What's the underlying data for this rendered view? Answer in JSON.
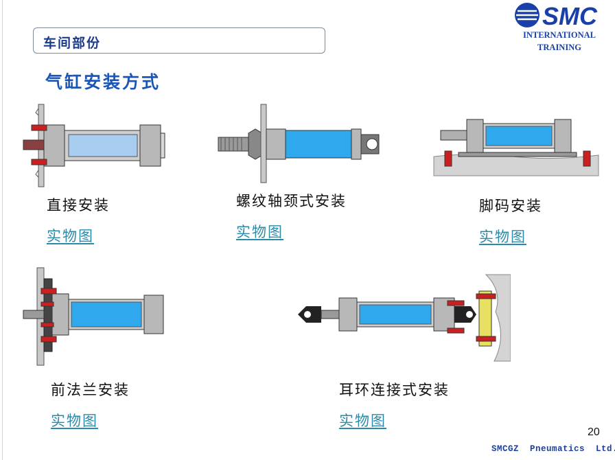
{
  "header": {
    "section_label": "车间部份"
  },
  "logo": {
    "brand": "SMC",
    "line1": "INTERNATIONAL",
    "line2": "TRAINING"
  },
  "title": "气缸安装方式",
  "items": [
    {
      "caption": "直接安装",
      "link": "实物图",
      "icon": "direct-mount-cylinder"
    },
    {
      "caption": "螺纹轴颈式安装",
      "link": "实物图",
      "icon": "threaded-trunnion-cylinder"
    },
    {
      "caption": "脚码安装",
      "link": "实物图",
      "icon": "foot-mount-cylinder"
    },
    {
      "caption": "前法兰安装",
      "link": "实物图",
      "icon": "front-flange-cylinder"
    },
    {
      "caption": "耳环连接式安装",
      "link": "实物图",
      "icon": "clevis-mount-cylinder"
    }
  ],
  "page_number": "20",
  "footer": "SMCGZ  Pneumatics  Ltd.",
  "colors": {
    "accent": "#1a55b8",
    "link": "#2a8aa8",
    "cylinder_fill": "#2fa8ee",
    "cylinder_light": "#a9cdf0",
    "metal": "#b8b8b8",
    "bolt": "#cc2020"
  }
}
